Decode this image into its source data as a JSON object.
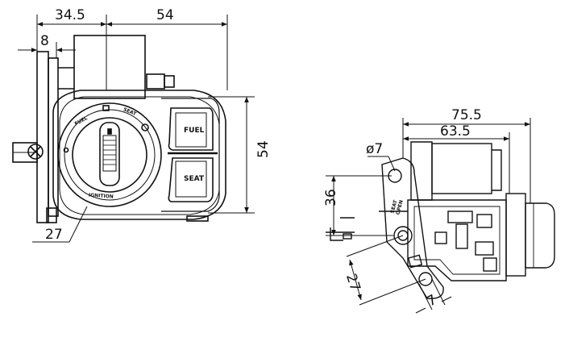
{
  "front_view": {
    "dim_width_left": "34.5",
    "dim_width_right": "54",
    "dim_offset": "8",
    "dim_height": "54",
    "dim_radius": "27",
    "button_fuel": "FUEL",
    "button_seat": "SEAT",
    "ring_label": "IGNITION",
    "arc_label_fuel": "FUEL",
    "arc_label_seat": "SEAT"
  },
  "side_view": {
    "dim_total_width": "75.5",
    "dim_body_width": "63.5",
    "dim_hole_diameter": "ø7",
    "dim_vertical": "36",
    "dim_arm_length": "27",
    "dim_small": "7",
    "plate_text_line1": "SEAT",
    "plate_text_line2": "OPEN"
  }
}
